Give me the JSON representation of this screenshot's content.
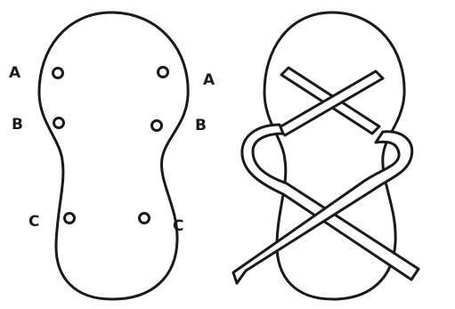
{
  "labels": {
    "left_top": "A",
    "right_top": "A",
    "left_middle": "B",
    "right_middle": "B",
    "left_bottom": "C",
    "right_bottom": "C"
  },
  "colors": {
    "ink": "#1a1a1a",
    "background": "#ffffff"
  }
}
